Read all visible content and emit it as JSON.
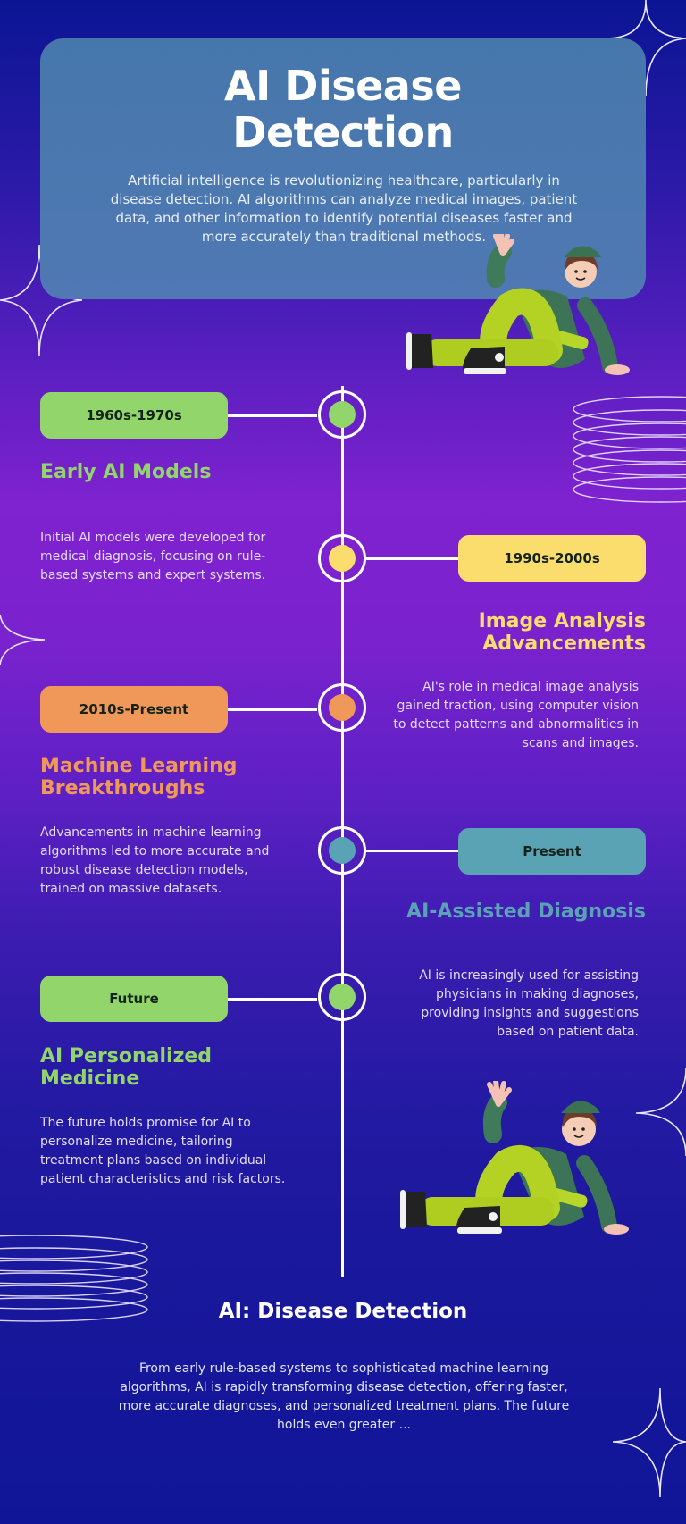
{
  "header": {
    "title_line1": "AI Disease",
    "title_line2": "Detection",
    "intro": "Artificial intelligence is revolutionizing healthcare, particularly in disease detection. AI algorithms can analyze medical images, patient data, and other information to identify potential diseases faster and more accurately than traditional methods."
  },
  "timeline": [
    {
      "period": "1960s-1970s",
      "title": "Early AI Models",
      "description": "Initial AI models were developed for medical diagnosis, focusing on rule-based systems and expert systems.",
      "color": "#92d66b",
      "side": "left"
    },
    {
      "period": "1990s-2000s",
      "title": "Image Analysis Advancements",
      "description": "AI's role in medical image analysis gained traction, using computer vision to detect patterns and abnormalities in scans and images.",
      "color": "#fbdd6e",
      "side": "right"
    },
    {
      "period": "2010s-Present",
      "title": "Machine Learning Breakthroughs",
      "description": "Advancements in machine learning algorithms led to more accurate and robust disease detection models, trained on massive datasets.",
      "color": "#f0985a",
      "side": "left"
    },
    {
      "period": "Present",
      "title": "AI-Assisted Diagnosis",
      "description": "AI is increasingly used for assisting physicians in making diagnoses, providing insights and suggestions based on patient data.",
      "color": "#5aa3b5",
      "side": "right"
    },
    {
      "period": "Future",
      "title": "AI Personalized Medicine",
      "description": "The future holds promise for AI to personalize medicine, tailoring treatment plans based on individual patient characteristics and risk factors.",
      "color": "#92d66b",
      "side": "left"
    }
  ],
  "footer": {
    "title": "AI: Disease Detection",
    "summary": "From early rule-based systems to sophisticated machine learning algorithms, AI is rapidly transforming disease detection, offering faster, more accurate diagnoses, and personalized treatment plans. The future holds even greater ..."
  },
  "decorations": {
    "icons": [
      "sparkle-star-icon",
      "ellipse-coil-icon",
      "waving-character-illustration"
    ]
  }
}
